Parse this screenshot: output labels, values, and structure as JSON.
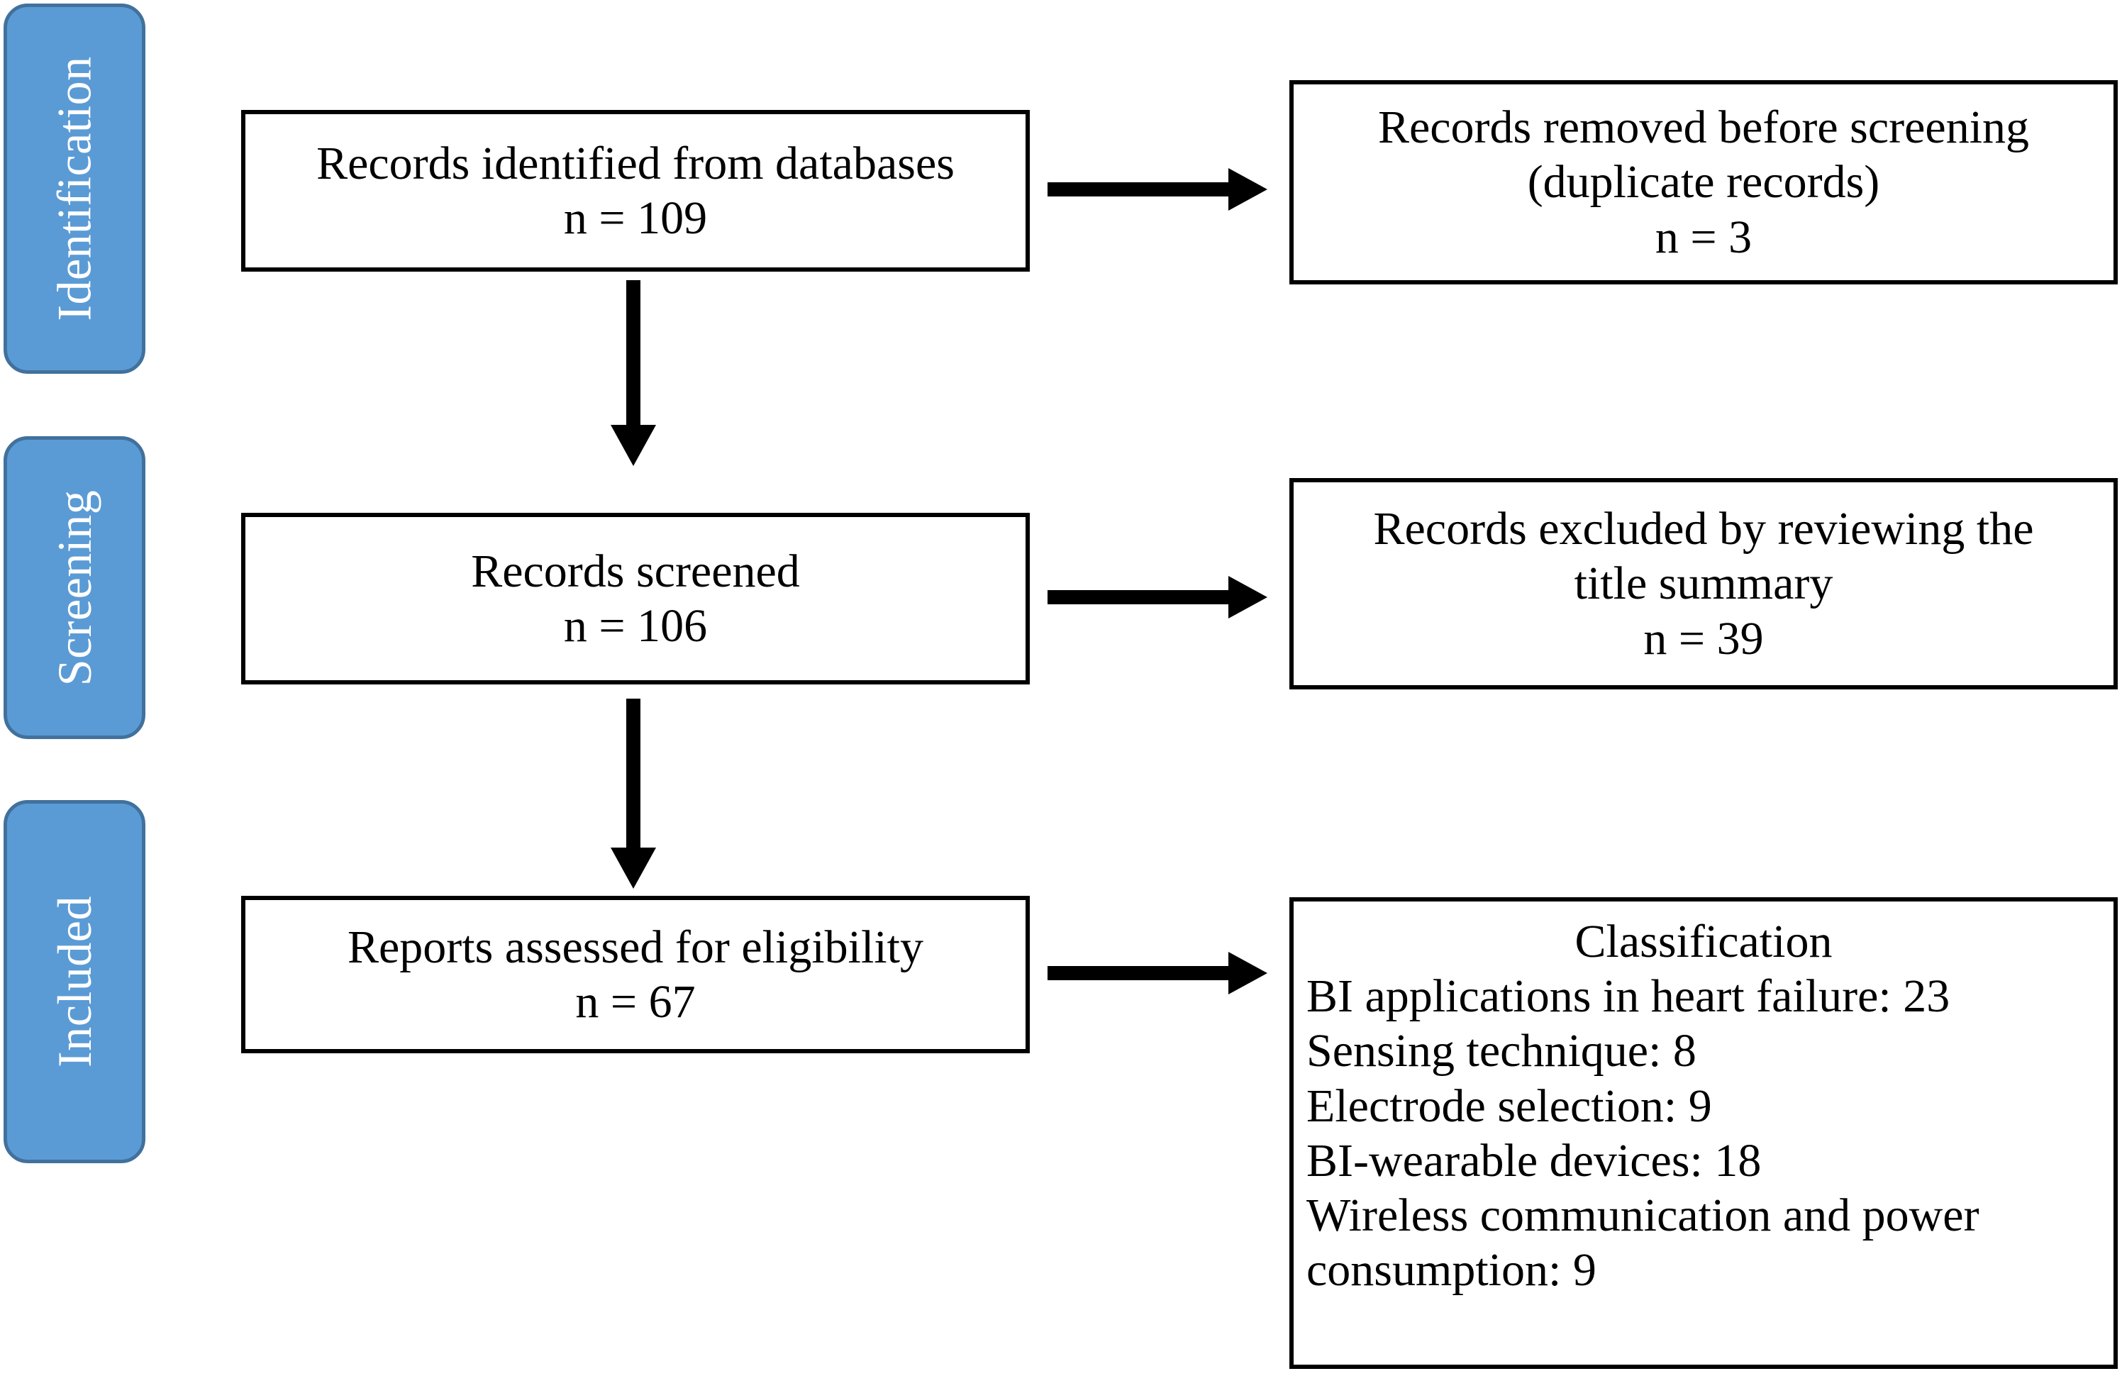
{
  "diagram": {
    "type": "prisma-flow-diagram",
    "accent_color": "#5B9BD5",
    "accent_border_color": "#41719C",
    "box_border_color": "#000000",
    "arrow_color": "#000000",
    "phases": [
      {
        "id": "identification",
        "label": "Identification"
      },
      {
        "id": "screening",
        "label": "Screening"
      },
      {
        "id": "included",
        "label": "Included"
      }
    ],
    "boxes": {
      "records_identified": {
        "lines": [
          "Records identified from databases",
          "n = 109"
        ],
        "count": 109
      },
      "records_removed": {
        "lines": [
          "Records removed before screening",
          "(duplicate records)",
          "n = 3"
        ],
        "count": 3
      },
      "records_screened": {
        "lines": [
          "Records screened",
          "n = 106"
        ],
        "count": 106
      },
      "records_excluded": {
        "lines": [
          "Records excluded by reviewing the",
          "title summary",
          "n = 39"
        ],
        "count": 39
      },
      "reports_assessed": {
        "lines": [
          "Reports assessed for eligibility",
          "n = 67"
        ],
        "count": 67
      },
      "classification": {
        "title": "Classification",
        "items": [
          {
            "label": "BI applications in heart failure",
            "value": 23,
            "text": "BI applications in heart failure: 23"
          },
          {
            "label": "Sensing technique",
            "value": 8,
            "text": "Sensing technique: 8"
          },
          {
            "label": "Electrode selection",
            "value": 9,
            "text": "Electrode selection: 9"
          },
          {
            "label": "BI-wearable devices",
            "value": 18,
            "text": "BI-wearable devices: 18"
          },
          {
            "label": "Wireless communication and power consumption",
            "value": 9,
            "text": "Wireless communication and power"
          },
          {
            "label": "",
            "value": null,
            "text": "consumption: 9"
          }
        ]
      }
    }
  }
}
